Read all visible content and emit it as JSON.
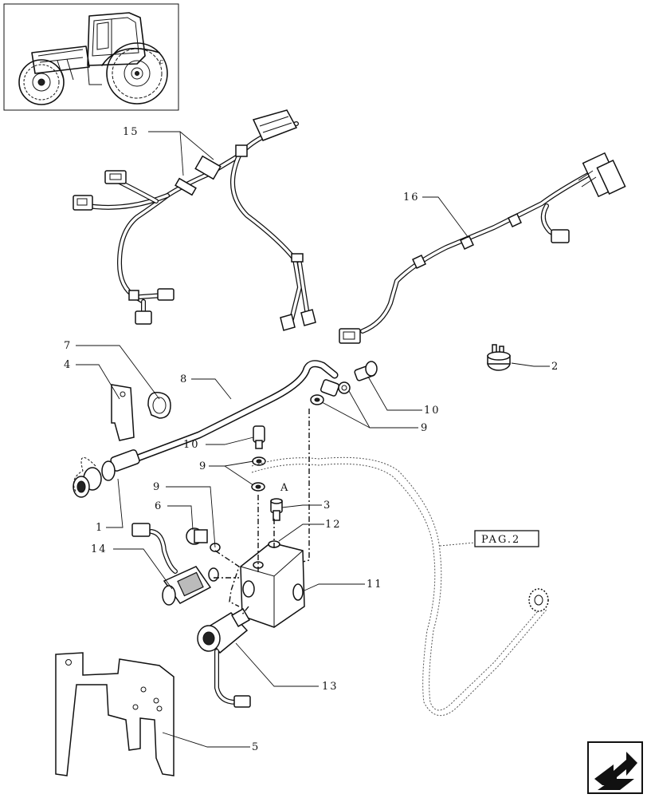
{
  "callouts": {
    "c1": "1",
    "c2": "2",
    "c3": "3",
    "c4": "4",
    "c5": "5",
    "c6": "6",
    "c7": "7",
    "c8": "8",
    "c9a": "9",
    "c9b": "9",
    "c9c": "9",
    "c10a": "10",
    "c10b": "10",
    "c11": "11",
    "c12": "12",
    "c13": "13",
    "c14": "14",
    "c15": "15",
    "c16": "16",
    "cA": "A"
  },
  "page_ref": "PAG.2",
  "icons": {
    "thumbnail": "tractor-thumbnail-icon",
    "navigation": "next-page-arrow-icon"
  }
}
